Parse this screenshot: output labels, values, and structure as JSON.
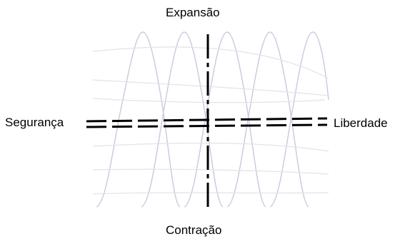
{
  "labels": {
    "top": "Expansão",
    "bottom": "Contração",
    "left": "Segurança",
    "right": "Liberdade"
  },
  "colors": {
    "background": "#ffffff",
    "axis": "#000000",
    "spiral": "#c9c9dd",
    "spiral_faint": "#e2e2ea"
  }
}
